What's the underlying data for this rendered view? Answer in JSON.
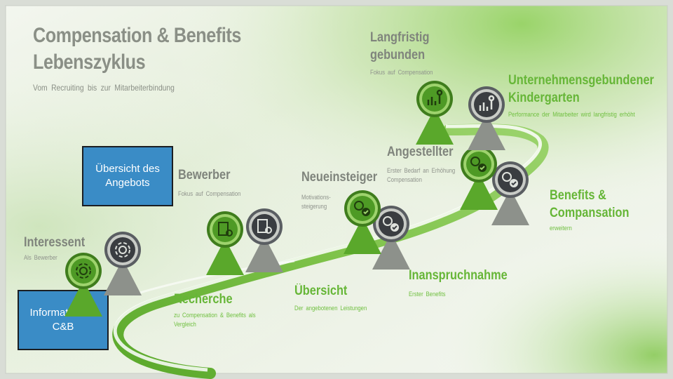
{
  "title_line1": "Compensation & Benefits",
  "title_line2": "Lebenszyklus",
  "subtitle": "Vom Recruiting bis zur Mitarbeiterbindung",
  "boxes": {
    "uebersicht_angebot": "Übersicht des Angebots",
    "information_cb": "Information zu C&B"
  },
  "stages": {
    "interessent": {
      "title": "Interessent",
      "desc": "Als Bewerber"
    },
    "recherche": {
      "title": "Recherche",
      "desc": "zu Compensation & Benefits als Vergleich"
    },
    "bewerber": {
      "title": "Bewerber",
      "desc": "Fokus auf Compensation"
    },
    "uebersicht": {
      "title": "Übersicht",
      "desc": "Der angebotenen Leistungen"
    },
    "neueinsteiger": {
      "title": "Neueinsteiger",
      "desc": "Motivations-steigerung"
    },
    "inanspruchnahme": {
      "title": "Inanspruchnahme",
      "desc": "Erster Benefits"
    },
    "angestellter": {
      "title": "Angestellter",
      "desc": "Erster Bedarf an Erhöhung Compensation"
    },
    "benefits": {
      "title_line1": "Benefits &",
      "title_line2": "Compansation",
      "desc": "erweitern"
    },
    "langfristig": {
      "title_line1": "Langfristig",
      "title_line2": "gebunden",
      "desc": "Fokus auf Compensation"
    },
    "kindergarten": {
      "title_line1": "Unternehmensgebundener",
      "title_line2": "Kindergarten",
      "desc": "Performance der Mitarbeiter wird langfristig erhöht"
    }
  },
  "colors": {
    "green": "#66b637",
    "gray": "#7f847c",
    "box_blue": "#3a8cc6",
    "marker_dark": "#3a3d41"
  },
  "icons": {
    "interessent_pair": "gear-cycle-icon",
    "bewerber_pair": "document-gear-icon",
    "neueinsteiger_pair": "people-check-icon",
    "angestellter_pair": "people-check-icon",
    "langfristig_pair": "chart-hand-icon"
  }
}
